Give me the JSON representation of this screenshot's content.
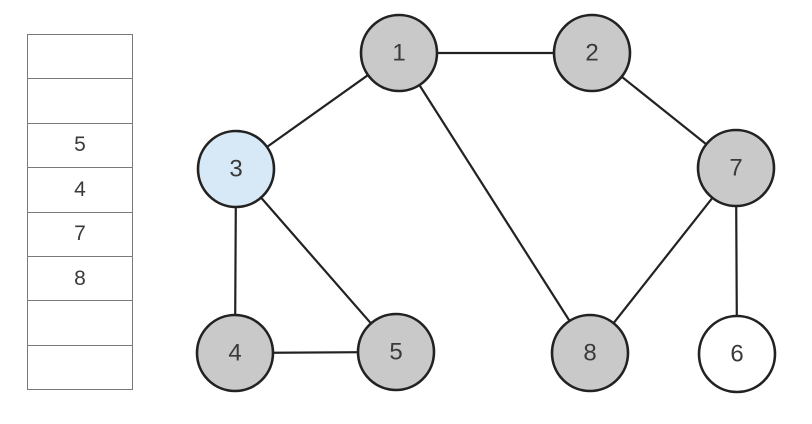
{
  "colors": {
    "node_fill_visited": "#c9c9c9",
    "node_fill_current": "#d7e9f6",
    "node_fill_unvisited": "#ffffff",
    "node_stroke": "#222222",
    "edge_stroke": "#222222",
    "label_text": "#3a3a3a",
    "table_border": "#7a7a7a"
  },
  "stack": {
    "cells": [
      "",
      "",
      "5",
      "4",
      "7",
      "8",
      "",
      ""
    ]
  },
  "graph": {
    "nodes": [
      {
        "label": "1",
        "fill": "#c9c9c9"
      },
      {
        "label": "2",
        "fill": "#c9c9c9"
      },
      {
        "label": "3",
        "fill": "#d7e9f6"
      },
      {
        "label": "4",
        "fill": "#c9c9c9"
      },
      {
        "label": "5",
        "fill": "#c9c9c9"
      },
      {
        "label": "6",
        "fill": "#ffffff"
      },
      {
        "label": "7",
        "fill": "#c9c9c9"
      },
      {
        "label": "8",
        "fill": "#c9c9c9"
      }
    ],
    "edges": [
      [
        "1",
        "2"
      ],
      [
        "1",
        "3"
      ],
      [
        "1",
        "8"
      ],
      [
        "2",
        "7"
      ],
      [
        "3",
        "4"
      ],
      [
        "3",
        "5"
      ],
      [
        "4",
        "5"
      ],
      [
        "7",
        "8"
      ],
      [
        "7",
        "6"
      ]
    ]
  }
}
